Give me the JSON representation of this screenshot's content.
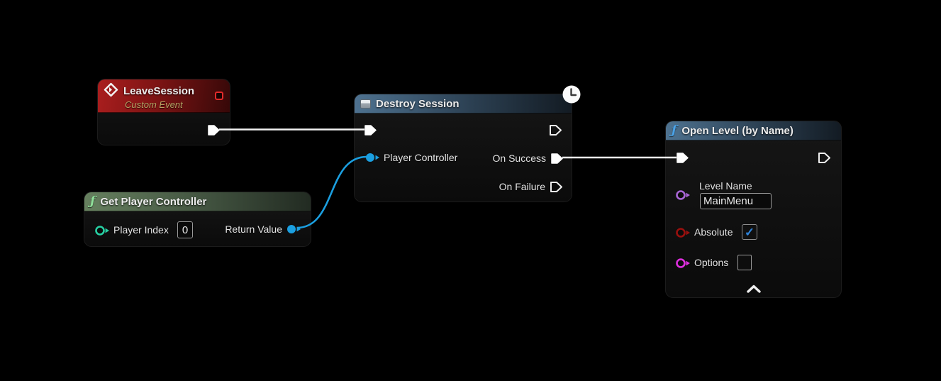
{
  "canvas": {
    "background": "#000000"
  },
  "colors": {
    "exec_wire": "#f2f2f2",
    "object_wire": "#1b9fe0",
    "exec_pin": "#ffffff",
    "object_pin": "#1b9fe0",
    "int_pin": "#27d1a4",
    "name_pin": "#a966d6",
    "bool_pin": "#9a100e",
    "string_pin": "#e02fe0",
    "event_header": "#aa1e1e",
    "function_header": "#4e7290",
    "pure_function_header": "#66805f",
    "checkbox_check": "#2e84dc"
  },
  "icons": {
    "function_glyph": "ƒ",
    "check_glyph": "✓"
  },
  "nodes": {
    "leave_session": {
      "title": "LeaveSession",
      "subtitle": "Custom Event"
    },
    "destroy_session": {
      "title": "Destroy Session",
      "pins": {
        "player_controller": "Player Controller",
        "on_success": "On Success",
        "on_failure": "On Failure"
      }
    },
    "get_player_controller": {
      "title": "Get Player Controller",
      "pins": {
        "player_index": "Player Index",
        "return_value": "Return Value"
      },
      "values": {
        "player_index": "0"
      }
    },
    "open_level": {
      "title": "Open Level (by Name)",
      "pins": {
        "level_name": "Level Name",
        "absolute": "Absolute",
        "options": "Options"
      },
      "values": {
        "level_name": "MainMenu"
      }
    }
  }
}
